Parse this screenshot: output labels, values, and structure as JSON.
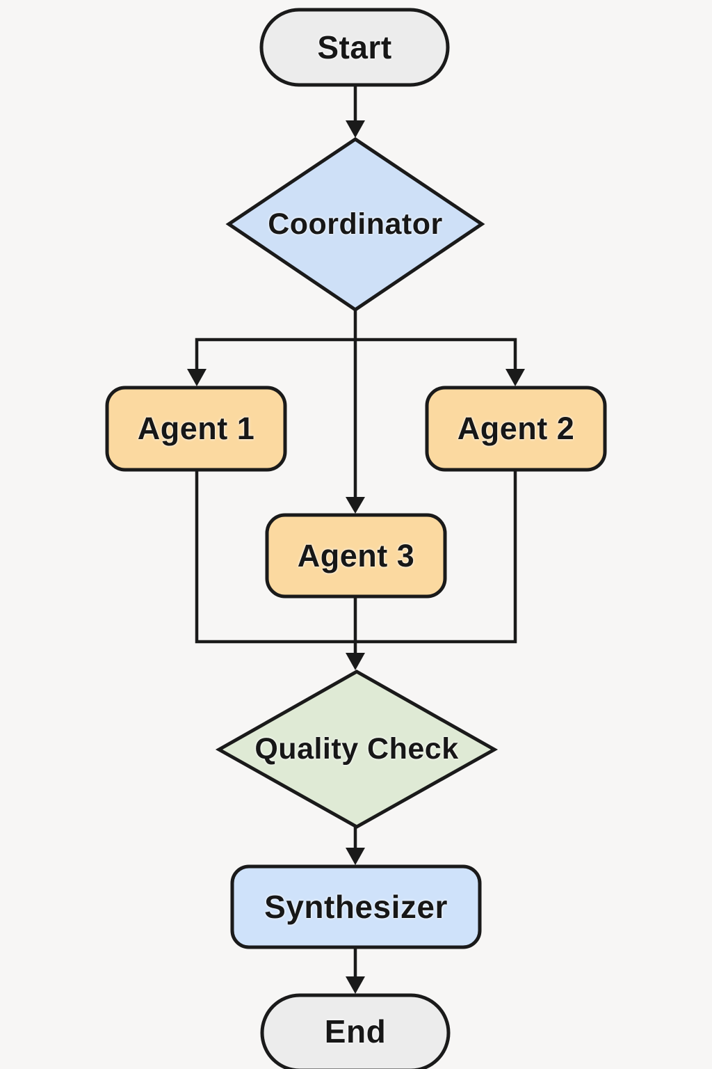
{
  "flowchart": {
    "type": "flowchart",
    "background_color": "#f7f6f5",
    "line_color": "#1a1a1a",
    "text_color": "#171717",
    "nodes": {
      "start": {
        "label": "Start",
        "shape": "stadium",
        "fill": "#ececec"
      },
      "coordinator": {
        "label": "Coordinator",
        "shape": "decision-diamond",
        "fill": "#cee0f7"
      },
      "agent1": {
        "label": "Agent 1",
        "shape": "rounded-process",
        "fill": "#fbd9a0"
      },
      "agent2": {
        "label": "Agent 2",
        "shape": "rounded-process",
        "fill": "#fbd9a0"
      },
      "agent3": {
        "label": "Agent 3",
        "shape": "rounded-process",
        "fill": "#fbd9a0"
      },
      "quality_check": {
        "label": "Quality Check",
        "shape": "decision-diamond",
        "fill": "#dfead5"
      },
      "synthesizer": {
        "label": "Synthesizer",
        "shape": "rounded-process",
        "fill": "#cfe2fa"
      },
      "end": {
        "label": "End",
        "shape": "stadium",
        "fill": "#ececec"
      }
    },
    "edges": [
      {
        "from": "Start",
        "to": "Coordinator"
      },
      {
        "from": "Coordinator",
        "to": "Agent 1"
      },
      {
        "from": "Coordinator",
        "to": "Agent 2"
      },
      {
        "from": "Coordinator",
        "to": "Agent 3"
      },
      {
        "from": "Agent 1",
        "to": "Quality Check"
      },
      {
        "from": "Agent 2",
        "to": "Quality Check"
      },
      {
        "from": "Agent 3",
        "to": "Quality Check"
      },
      {
        "from": "Quality Check",
        "to": "Synthesizer"
      },
      {
        "from": "Synthesizer",
        "to": "End"
      }
    ]
  }
}
